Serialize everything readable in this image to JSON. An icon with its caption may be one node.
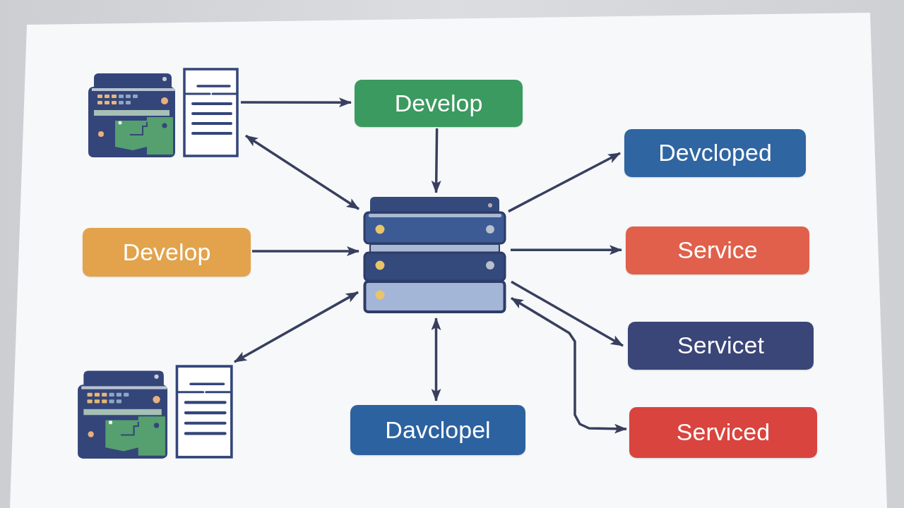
{
  "diagram": {
    "nodes": [
      {
        "text": [],
        "shape": "picture"
      },
      {
        "text": [
          "Develop"
        ]
      },
      {
        "text": [
          "Devcloped"
        ]
      },
      {
        "text": [
          "Develop"
        ]
      },
      {
        "text": [],
        "shape": "picture"
      },
      {
        "text": [
          "Service"
        ]
      },
      {
        "text": [],
        "shape": "picture"
      },
      {
        "text": [
          "Servicet"
        ]
      },
      {
        "text": [
          "Davclopel"
        ]
      },
      {
        "text": [
          "Serviced"
        ]
      }
    ],
    "edges": [
      {
        "from": 0,
        "to": 1,
        "arrow": "to"
      },
      {
        "from": 1,
        "to": 4,
        "arrow": "to"
      },
      {
        "from": 0,
        "to": 4,
        "arrow": "both"
      },
      {
        "from": 4,
        "to": 2,
        "arrow": "to"
      },
      {
        "from": 3,
        "to": 4,
        "arrow": "to"
      },
      {
        "from": 4,
        "to": 5,
        "arrow": "to"
      },
      {
        "from": 6,
        "to": 4,
        "arrow": "both"
      },
      {
        "from": 4,
        "to": 7,
        "arrow": "to"
      },
      {
        "from": 4,
        "to": 8,
        "arrow": "both"
      },
      {
        "from": 4,
        "to": 9,
        "arrow": "both"
      }
    ]
  }
}
